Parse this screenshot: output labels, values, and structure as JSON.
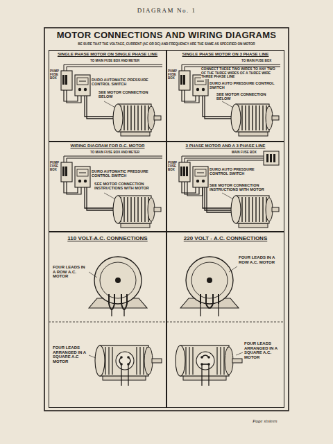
{
  "diagram": {
    "title": "MOTOR CONNECTIONS AND WIRING DIAGRAMS",
    "nodes": [
      {
        "text": [
          "SINGLE PHASE MOTOR ON SINGLE PHASE LINE"
        ]
      },
      {
        "text": [
          "SINGLE PHASE MOTOR ON 3 PHASE LINE"
        ]
      },
      {
        "text": [
          "WIRING DIAGRAM FOR D.C. MOTOR"
        ]
      },
      {
        "text": [
          "3 PHASE MOTOR AND A 3 PHASE LINE"
        ]
      },
      {
        "text": [
          "110 VOLT-A.C. CONNECTIONS"
        ]
      },
      {
        "text": [
          "220 VOLT - A.C. CONNECTIONS"
        ]
      }
    ],
    "labels": [
      "DIAGRAM No. 1",
      "BE SURE THAT THE VOLTAGE, CURRENT (AC OR DC) AND FREQUENCY ARE THE SAME AS SPECIFIED ON MOTOR",
      "TO MAIN FUSE BOX AND METER",
      "PUMP FUSE BOX",
      "DURO AUTOMATIC PRESSURE CONTROL SWITCH",
      "SEE MOTOR CONNECTION BELOW",
      "TO MAIN FUSE BOX",
      "CONNECT THESE TWO WIRES TO ANY TWO OF THE THREE WIRES OF A THREE WIRE THREE PHASE LINE",
      "PUMP FUSE BOX",
      "DURO AUTO PRESSURE CONTROL SWITCH",
      "SEE MOTOR CONNECTION BELOW",
      "TO MAIN FUSE BOX AND METER",
      "PUMP FUSE BOX",
      "DURO AUTOMATIC PRESSURE CONTROL SWITCH",
      "SEE MOTOR CONNECTION INSTRUCTIONS WITH MOTOR",
      "MAIN FUSE BOX",
      "PUMP FUSE BOX",
      "DURO AUTO PRESSURE CONTROL SWITCH",
      "SEE MOTOR CONNECTION INSTRUCTIONS WITH MOTOR",
      "FOUR LEADS IN A ROW A.C. MOTOR",
      "FOUR LEADS ARRANGED IN A SQUARE A.C MOTOR",
      "FOUR LEADS IN A ROW A.C. MOTOR",
      "FOUR LEADS ARRANGED IN A SQUARE A.C. MOTOR",
      "Page sixteen"
    ]
  }
}
